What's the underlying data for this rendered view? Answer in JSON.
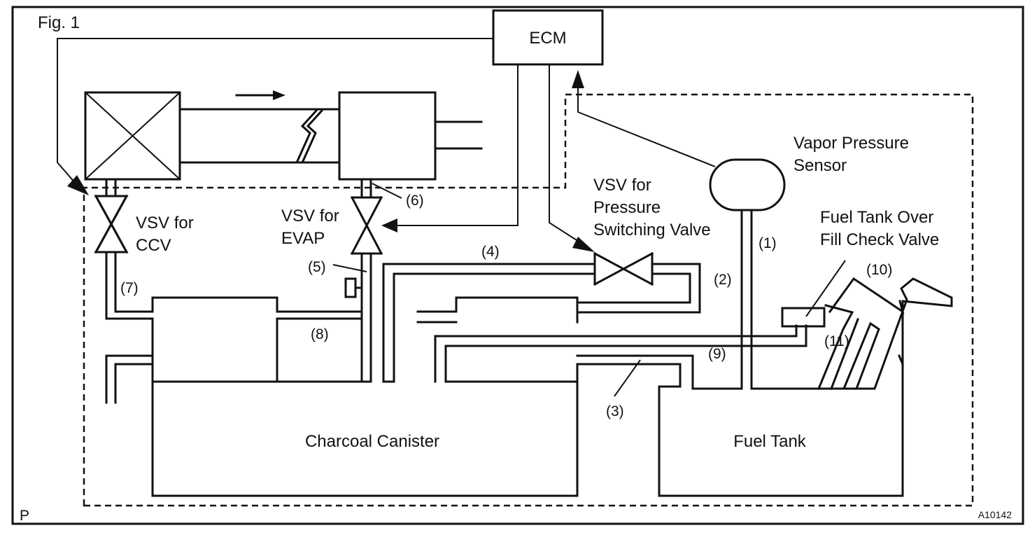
{
  "figure_label": "Fig. 1",
  "corner_mark": "P",
  "figure_code": "A10142",
  "components": {
    "ecm": "ECM",
    "vapor_pressure_sensor": [
      "Vapor Pressure",
      "Sensor"
    ],
    "vsv_ccv": [
      "VSV for",
      "CCV"
    ],
    "vsv_evap": [
      "VSV for",
      "EVAP"
    ],
    "vsv_pressure_switching": [
      "VSV for",
      "Pressure",
      "Switching Valve"
    ],
    "fill_check_valve": [
      "Fuel Tank Over",
      "Fill Check Valve"
    ],
    "charcoal_canister": "Charcoal Canister",
    "fuel_tank": "Fuel Tank"
  },
  "callouts": [
    "(1)",
    "(2)",
    "(3)",
    "(4)",
    "(5)",
    "(6)",
    "(7)",
    "(8)",
    "(9)",
    "(10)",
    "(11)"
  ]
}
